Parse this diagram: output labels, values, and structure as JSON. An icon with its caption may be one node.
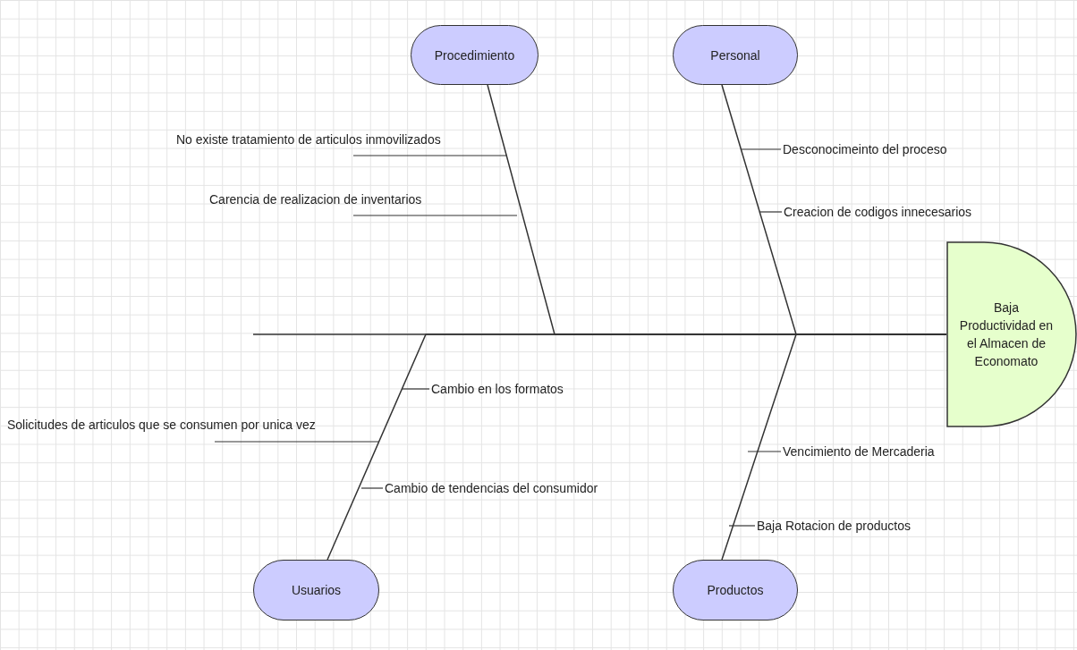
{
  "diagram": {
    "nodes": [
      {
        "text": [
          "Procedimiento"
        ]
      },
      {
        "text": [
          "Personal"
        ]
      },
      {
        "text": [
          "Baja Productividad en el Almacen de Economato"
        ]
      },
      {
        "text": [
          "Usuarios"
        ]
      },
      {
        "text": [
          "Productos"
        ]
      },
      {
        "text": [
          "No existe tratamiento de articulos inmovilizados"
        ]
      },
      {
        "text": [
          "Carencia de realizacion de inventarios"
        ]
      },
      {
        "text": [
          "Desconocimeinto del proceso"
        ]
      },
      {
        "text": [
          "Creacion de codigos innecesarios"
        ]
      },
      {
        "text": [
          "Cambio en los formatos"
        ]
      },
      {
        "text": [
          "Solicitudes de articulos que se consumen por unica vez"
        ]
      },
      {
        "text": [
          "Cambio de tendencias del consumidor"
        ]
      },
      {
        "text": [
          "Vencimiento de Mercaderia"
        ]
      },
      {
        "text": [
          "Baja Rotacion de productos"
        ]
      }
    ],
    "edges": [
      {
        "from": 0,
        "to": 2,
        "arrow": "none"
      },
      {
        "from": 1,
        "to": 2,
        "arrow": "none"
      },
      {
        "from": 3,
        "to": 2,
        "arrow": "none"
      },
      {
        "from": 4,
        "to": 2,
        "arrow": "none"
      },
      {
        "from": null,
        "to": 2,
        "arrow": "none"
      },
      {
        "from": 5,
        "to": null,
        "arrow": "none"
      },
      {
        "from": 6,
        "to": null,
        "arrow": "none"
      },
      {
        "from": 7,
        "to": null,
        "arrow": "none"
      },
      {
        "from": 8,
        "to": null,
        "arrow": "none"
      },
      {
        "from": 9,
        "to": null,
        "arrow": "none"
      },
      {
        "from": 10,
        "to": null,
        "arrow": "none"
      },
      {
        "from": 11,
        "to": null,
        "arrow": "none"
      },
      {
        "from": 12,
        "to": null,
        "arrow": "none"
      },
      {
        "from": 13,
        "to": null,
        "arrow": "none"
      }
    ]
  }
}
